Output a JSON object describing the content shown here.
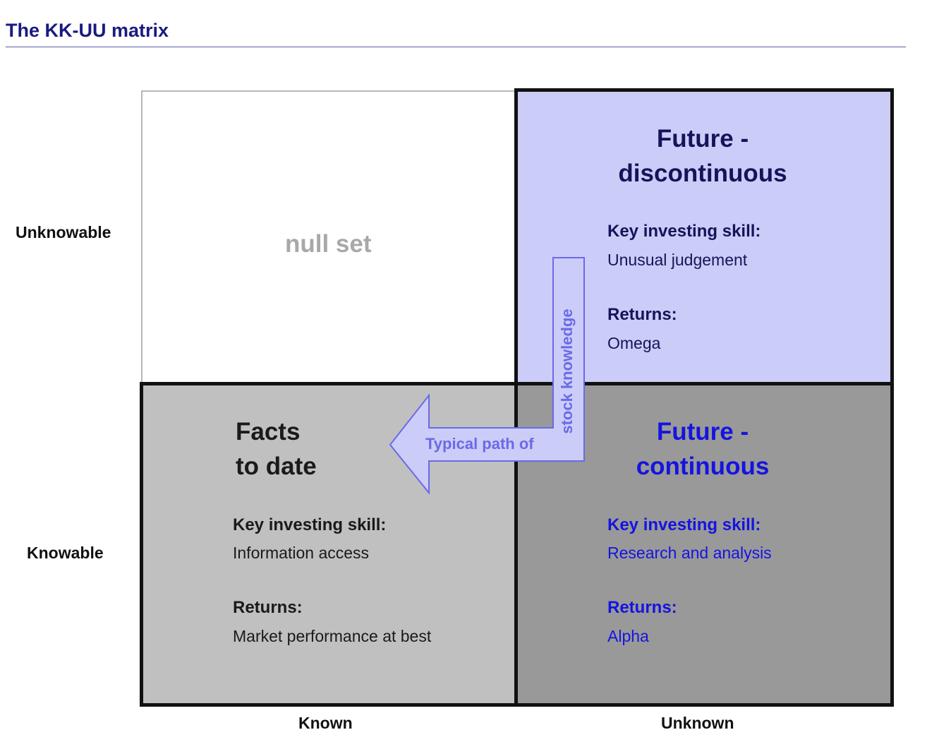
{
  "page": {
    "title": "The KK-UU matrix"
  },
  "axes": {
    "y_top": "Unknowable",
    "y_bottom": "Knowable",
    "x_left": "Known",
    "x_right": "Unknown"
  },
  "quadrants": {
    "null_set": {
      "label": "null set"
    },
    "discontinuous": {
      "heading_line1": "Future -",
      "heading_line2": "discontinuous",
      "skill_label": "Key investing skill:",
      "skill_value": "Unusual judgement",
      "returns_label": "Returns:",
      "returns_value": "Omega",
      "fill_color": "#ccccf8",
      "text_color": "#14145a"
    },
    "facts": {
      "heading_line1": "Facts",
      "heading_line2": "to date",
      "skill_label": "Key investing skill:",
      "skill_value": "Information access",
      "returns_label": "Returns:",
      "returns_value": "Market performance at best",
      "fill_color": "#c0c0c0",
      "text_color": "#1a1a1a"
    },
    "continuous": {
      "heading_line1": "Future -",
      "heading_line2": "continuous",
      "skill_label": "Key investing skill:",
      "skill_value": "Research and analysis",
      "returns_label": "Returns:",
      "returns_value": "Alpha",
      "fill_color": "#999999",
      "text_color": "#1414e0"
    }
  },
  "arrow": {
    "horizontal_text": "Typical path of",
    "vertical_text": "stock knowledge",
    "color": "#6a6ae8"
  }
}
